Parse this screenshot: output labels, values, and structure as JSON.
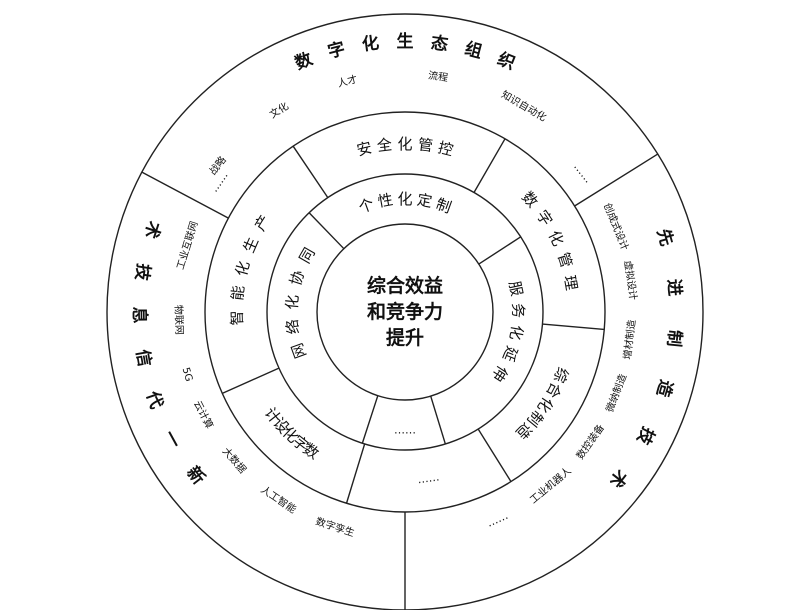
{
  "center": {
    "lines": [
      "综合效益",
      "和竞争力",
      "提升"
    ]
  },
  "outer_sectors": [
    {
      "id": "org",
      "title": "数字化生态组织",
      "items": [
        "战略",
        "文化",
        "人才",
        "流程",
        "知识自动化",
        "……"
      ]
    },
    {
      "id": "mfg",
      "title": "先进制造技术",
      "items": [
        "创成式设计",
        "虚拟设计",
        "增材制造",
        "微纳制造",
        "数控装备",
        "工业机器人",
        "……"
      ]
    },
    {
      "id": "ict",
      "title": "新一代信息技术",
      "items": [
        "数字孪生",
        "人工智能",
        "大数据",
        "云计算",
        "5G",
        "物联网",
        "工业互联网",
        "……"
      ]
    }
  ],
  "middle_ring": [
    "安全化管控",
    "数字化管理",
    "综合化制造",
    "……",
    "数字化设计",
    "智能化生产"
  ],
  "inner_ring": [
    "个性化定制",
    "服务化延伸",
    "……",
    "网络化协同"
  ]
}
